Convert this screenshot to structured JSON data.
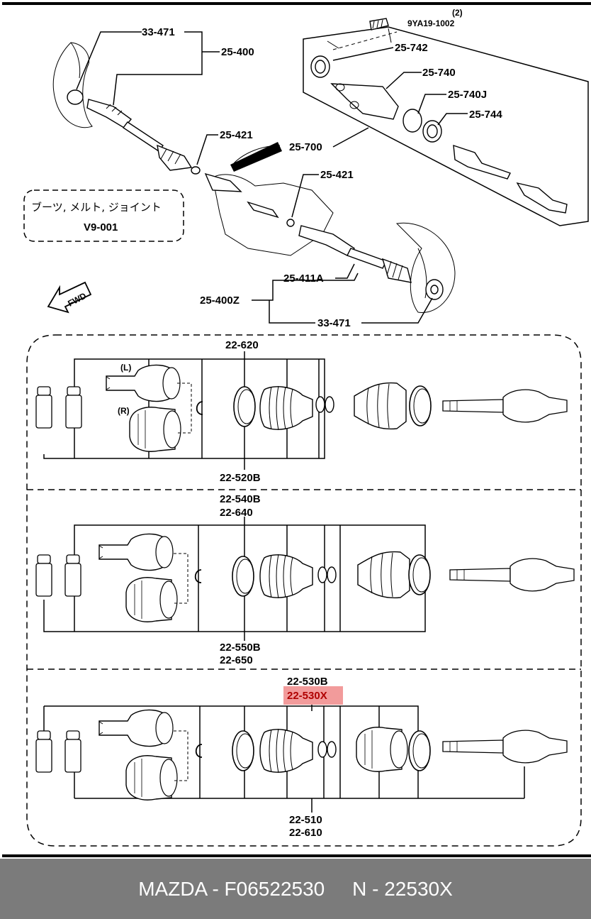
{
  "top_labels": {
    "l33471_top": "33-471",
    "l25400": "25-400",
    "l25421_a": "25-421",
    "l25421_b": "25-421",
    "l25411a": "25-411A",
    "l25400z": "25-400Z",
    "l33471_bot": "33-471",
    "qty": "(2)",
    "l9ya": "9YA19-1002",
    "l25742": "25-742",
    "l25740": "25-740",
    "l25740j": "25-740J",
    "l25744": "25-744",
    "l25700": "25-700"
  },
  "note_box": {
    "jp": "ブーツ, メルト, ジョイント",
    "ref": "V9-001"
  },
  "fwd": "FWD",
  "panel1": {
    "top": "22-620",
    "bottom": "22-520B",
    "left_tag": "(L)",
    "right_tag": "(R)"
  },
  "panel2": {
    "top1": "22-540B",
    "top2": "22-640",
    "bottom1": "22-550B",
    "bottom2": "22-650"
  },
  "panel3": {
    "top1": "22-530B",
    "top2_highlight": "22-530X",
    "bottom1": "22-510",
    "bottom2": "22-610"
  },
  "highlight_color": "#f08a8a",
  "highlight_text_color": "#b00000",
  "footer": {
    "text": "MAZDA - F06522530     N - 22530X"
  }
}
